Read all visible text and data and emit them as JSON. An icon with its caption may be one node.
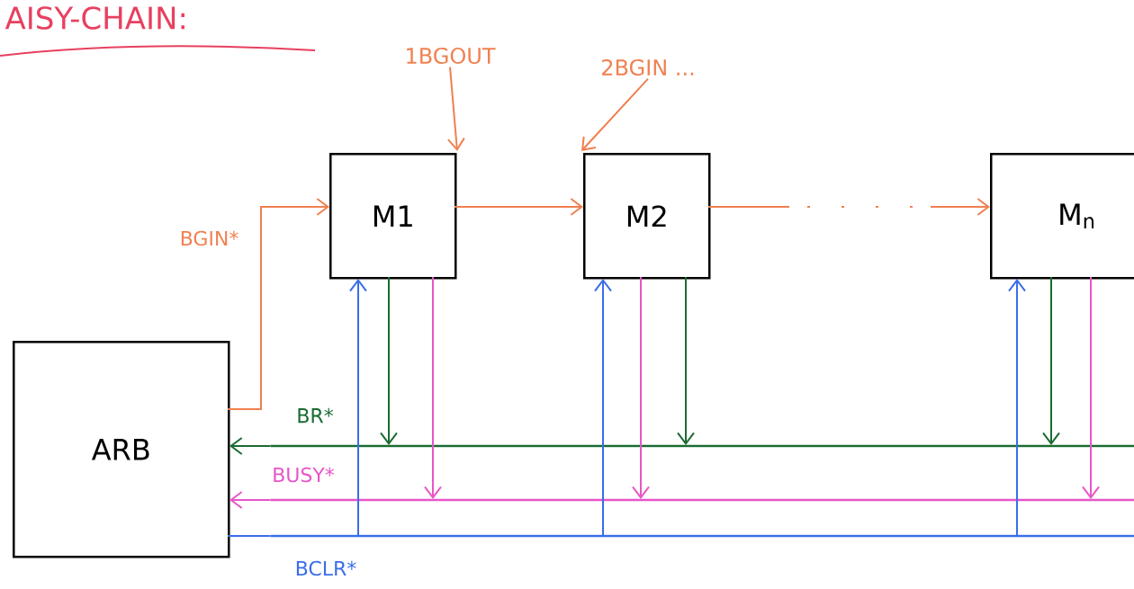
{
  "diagram": {
    "title": "AISY-CHAIN:",
    "nodes": [
      {
        "text": [
          "ARB"
        ]
      },
      {
        "text": [
          "M1"
        ]
      },
      {
        "text": [
          "M2"
        ]
      },
      {
        "text": [
          "M$_{n}$"
        ]
      },
      {
        "text": [],
        "shape": "bar"
      },
      {
        "text": [],
        "shape": "bar"
      },
      {
        "text": [],
        "shape": "bar"
      },
      {
        "text": [
          "1BGOUT"
        ]
      },
      {
        "text": [
          "2BGIN ..."
        ]
      }
    ],
    "edges": [
      {
        "from": 0,
        "to": 1,
        "arrow": "to",
        "label": "BGIN*",
        "color": "#f08050"
      },
      {
        "from": 1,
        "to": 2,
        "arrow": "to",
        "color": "#f08050"
      },
      {
        "from": 2,
        "to": 3,
        "arrow": "to",
        "style": "dashed",
        "color": "#f08050"
      },
      {
        "from": 7,
        "to": 1,
        "arrow": "to",
        "color": "#f08050"
      },
      {
        "from": 8,
        "to": 2,
        "arrow": "to",
        "color": "#f08050"
      },
      {
        "from": 1,
        "to": 4,
        "arrow": "to",
        "color": "#1a6b30"
      },
      {
        "from": 2,
        "to": 4,
        "arrow": "to",
        "color": "#1a6b30"
      },
      {
        "from": 3,
        "to": 4,
        "arrow": "to",
        "color": "#1a6b30"
      },
      {
        "from": 4,
        "to": 0,
        "arrow": "to",
        "color": "#1a6b30"
      },
      {
        "from": 1,
        "to": 5,
        "arrow": "to",
        "color": "#e855c8"
      },
      {
        "from": 2,
        "to": 5,
        "arrow": "to",
        "color": "#e855c8"
      },
      {
        "from": 3,
        "to": 5,
        "arrow": "to",
        "color": "#e855c8"
      },
      {
        "from": 5,
        "to": 0,
        "arrow": "to",
        "color": "#e855c8"
      },
      {
        "from": 0,
        "to": 6,
        "arrow": "none",
        "color": "#3a6ee8"
      },
      {
        "from": 6,
        "to": 1,
        "arrow": "to",
        "color": "#3a6ee8"
      },
      {
        "from": 6,
        "to": 2,
        "arrow": "to",
        "color": "#3a6ee8"
      },
      {
        "from": 6,
        "to": 3,
        "arrow": "to",
        "color": "#3a6ee8"
      }
    ],
    "labels": [
      "BR*",
      "BUSY*",
      "BCLR*"
    ]
  }
}
